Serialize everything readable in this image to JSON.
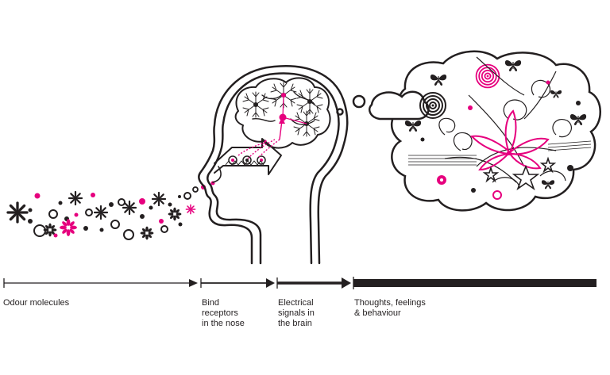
{
  "diagram": {
    "stages": [
      {
        "label": "Odour molecules"
      },
      {
        "label": "Bind\nreceptors\nin the nose"
      },
      {
        "label": "Electrical\nsignals in\nthe brain"
      },
      {
        "label": "Thoughts, feelings\n& behaviour"
      }
    ]
  },
  "colors": {
    "ink": "#231f20",
    "accent": "#e6007e",
    "background": "#ffffff"
  },
  "icons": [
    "odour-molecule-icon",
    "flower-icon",
    "butterfly-icon",
    "star-icon",
    "spiral-icon",
    "neuron-icon"
  ]
}
